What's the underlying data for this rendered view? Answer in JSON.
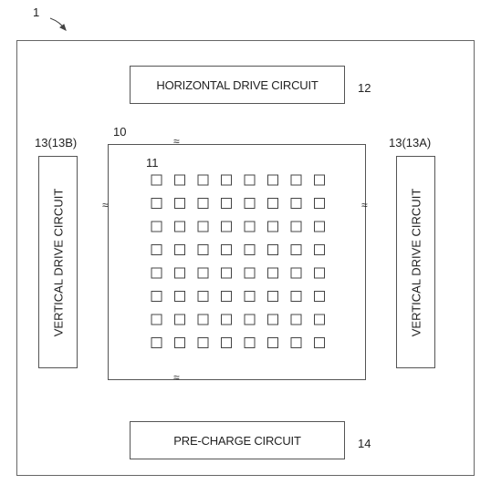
{
  "figure": {
    "ref": "1",
    "pixel_ref": "11",
    "array_ref": "10",
    "hdrive": {
      "label": "HORIZONTAL DRIVE CIRCUIT",
      "ref": "12"
    },
    "precharge": {
      "label": "PRE-CHARGE CIRCUIT",
      "ref": "14"
    },
    "vdrive_left": {
      "label": "VERTICAL DRIVE CIRCUIT",
      "ref": "13(13B)"
    },
    "vdrive_right": {
      "label": "VERTICAL DRIVE CIRCUIT",
      "ref": "13(13A)"
    },
    "break_mark": "≈",
    "pixel_rows": 8,
    "pixel_cols": 8
  }
}
